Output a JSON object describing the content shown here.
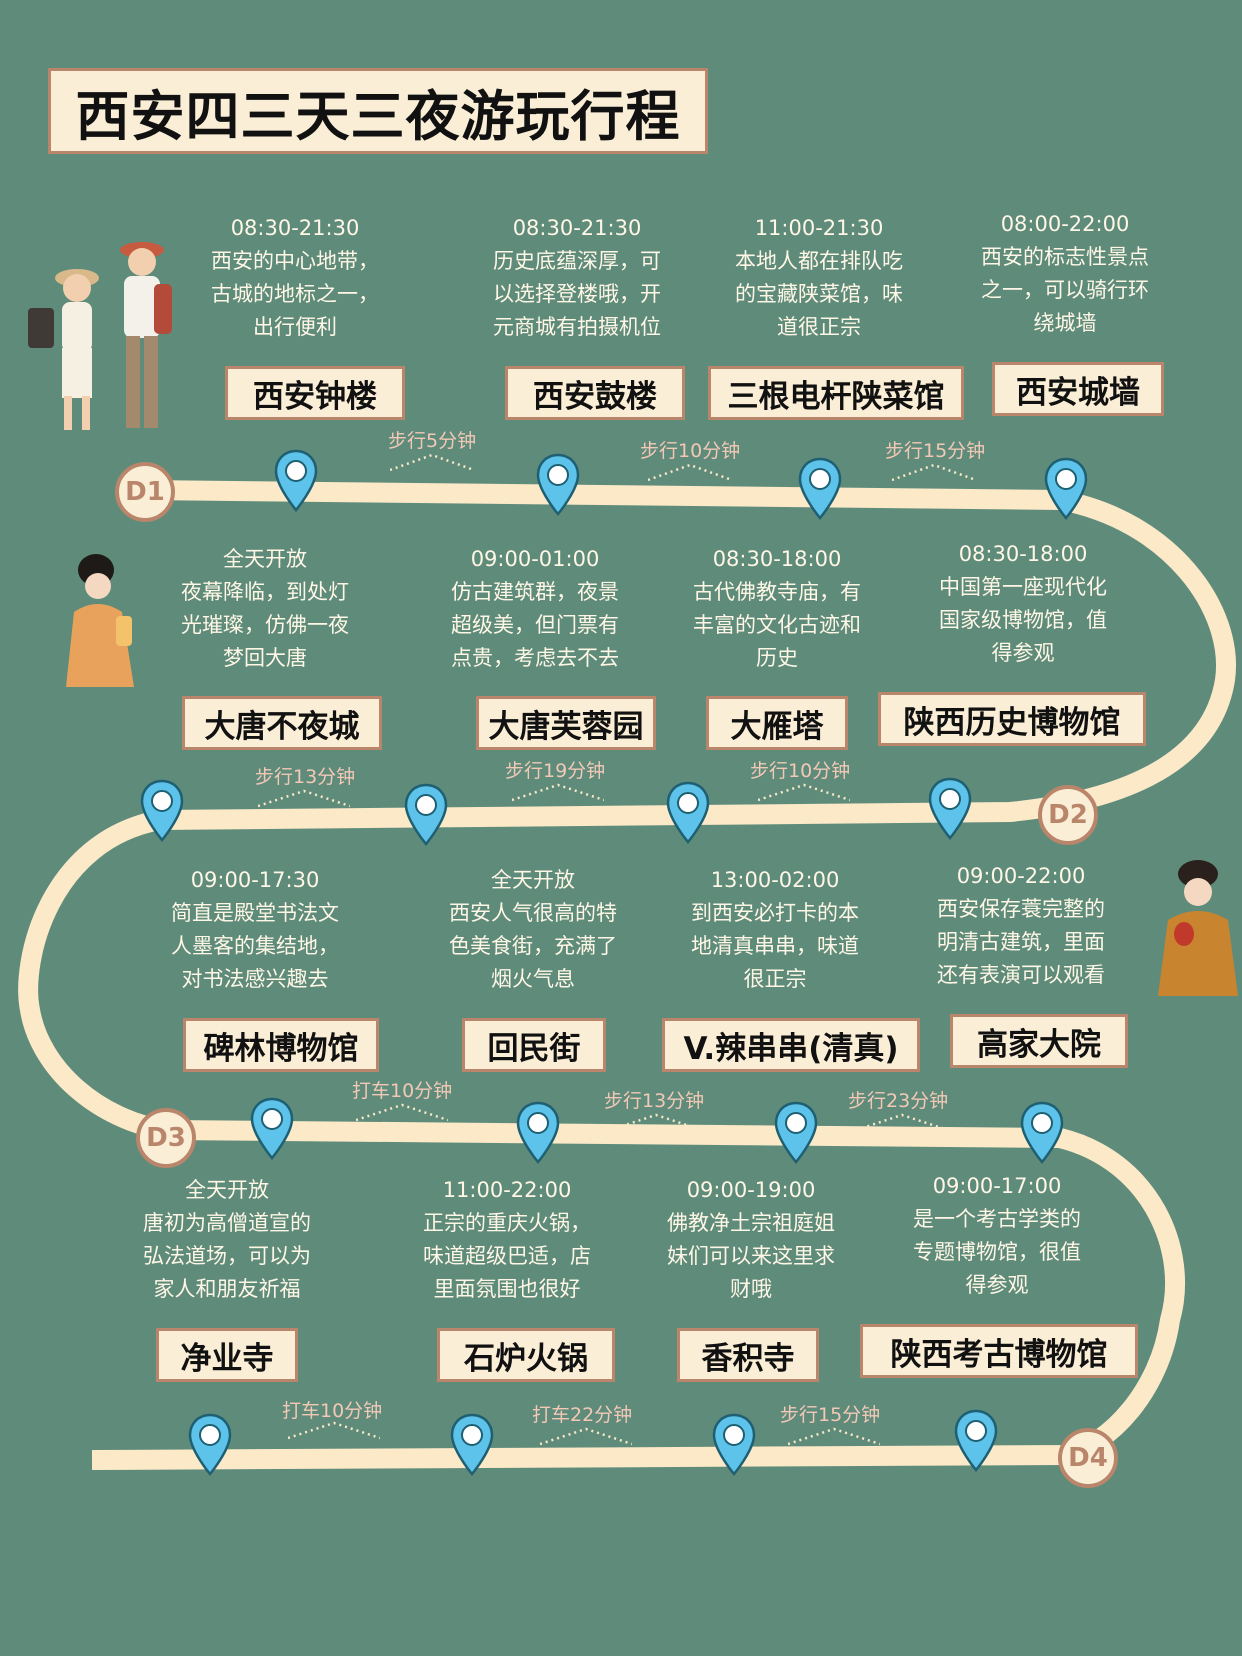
{
  "title": "西安四三天三夜游玩行程",
  "days": [
    "D1",
    "D2",
    "D3",
    "D4"
  ],
  "spots": [
    {
      "name": "西安钟楼",
      "time": "08:30-21:30",
      "desc": [
        "西安的中心地带，",
        "古城的地标之一，",
        "出行便利"
      ]
    },
    {
      "name": "西安鼓楼",
      "time": "08:30-21:30",
      "desc": [
        "历史底蕴深厚，可",
        "以选择登楼哦，开",
        "元商城有拍摄机位"
      ]
    },
    {
      "name": "三根电杆陕菜馆",
      "time": "11:00-21:30",
      "desc": [
        "本地人都在排队吃",
        "的宝藏陕菜馆，味",
        "道很正宗"
      ]
    },
    {
      "name": "西安城墙",
      "time": "08:00-22:00",
      "desc": [
        "西安的标志性景点",
        "之一，可以骑行环",
        "绕城墙"
      ]
    },
    {
      "name": "大唐不夜城",
      "time": "全天开放",
      "desc": [
        "夜幕降临，到处灯",
        "光璀璨，仿佛一夜",
        "梦回大唐"
      ]
    },
    {
      "name": "大唐芙蓉园",
      "time": "09:00-01:00",
      "desc": [
        "仿古建筑群，夜景",
        "超级美，但门票有",
        "点贵，考虑去不去"
      ]
    },
    {
      "name": "大雁塔",
      "time": "08:30-18:00",
      "desc": [
        "古代佛教寺庙，有",
        "丰富的文化古迹和",
        "历史"
      ]
    },
    {
      "name": "陕西历史博物馆",
      "time": "08:30-18:00",
      "desc": [
        "中国第一座现代化",
        "国家级博物馆，值",
        "得参观"
      ]
    },
    {
      "name": "碑林博物馆",
      "time": "09:00-17:30",
      "desc": [
        "简直是殿堂书法文",
        "人墨客的集结地，",
        "对书法感兴趣去"
      ]
    },
    {
      "name": "回民街",
      "time": "全天开放",
      "desc": [
        "西安人气很高的特",
        "色美食街，充满了",
        "烟火气息"
      ]
    },
    {
      "name": "V.辣串串(清真)",
      "time": "13:00-02:00",
      "desc": [
        "到西安必打卡的本",
        "地清真串串，味道",
        "很正宗"
      ]
    },
    {
      "name": "高家大院",
      "time": "09:00-22:00",
      "desc": [
        "西安保存蓑完整的",
        "明清古建筑，里面",
        "还有表演可以观看"
      ]
    },
    {
      "name": "净业寺",
      "time": "全天开放",
      "desc": [
        "唐初为高僧道宣的",
        "弘法道场，可以为",
        "家人和朋友祈福"
      ]
    },
    {
      "name": "石炉火锅",
      "time": "11:00-22:00",
      "desc": [
        "正宗的重庆火锅，",
        "味道超级巴适，店",
        "里面氛围也很好"
      ]
    },
    {
      "name": "香积寺",
      "time": "09:00-19:00",
      "desc": [
        "佛教净土宗祖庭姐",
        "妹们可以来这里求",
        "财哦"
      ]
    },
    {
      "name": "陕西考古博物馆",
      "time": "09:00-17:00",
      "desc": [
        "是一个考古学类的",
        "专题博物馆，很值",
        "得参观"
      ]
    }
  ],
  "transits": [
    "步行5分钟",
    "步行10分钟",
    "步行15分钟",
    "步行13分钟",
    "步行19分钟",
    "步行10分钟",
    "打车10分钟",
    "步行13分钟",
    "步行23分钟",
    "打车10分钟",
    "打车22分钟",
    "步行15分钟"
  ],
  "colors": {
    "background": "#5f8b7b",
    "road": "#fbe9c8",
    "label_bg": "#fbeed6",
    "label_border": "#b9856b",
    "pin": "#5ec3ea",
    "transit_text": "#f3c9b6"
  },
  "icons": [
    "location-pin-icon",
    "travelers-couple-illustration",
    "tang-lady-illustration"
  ]
}
